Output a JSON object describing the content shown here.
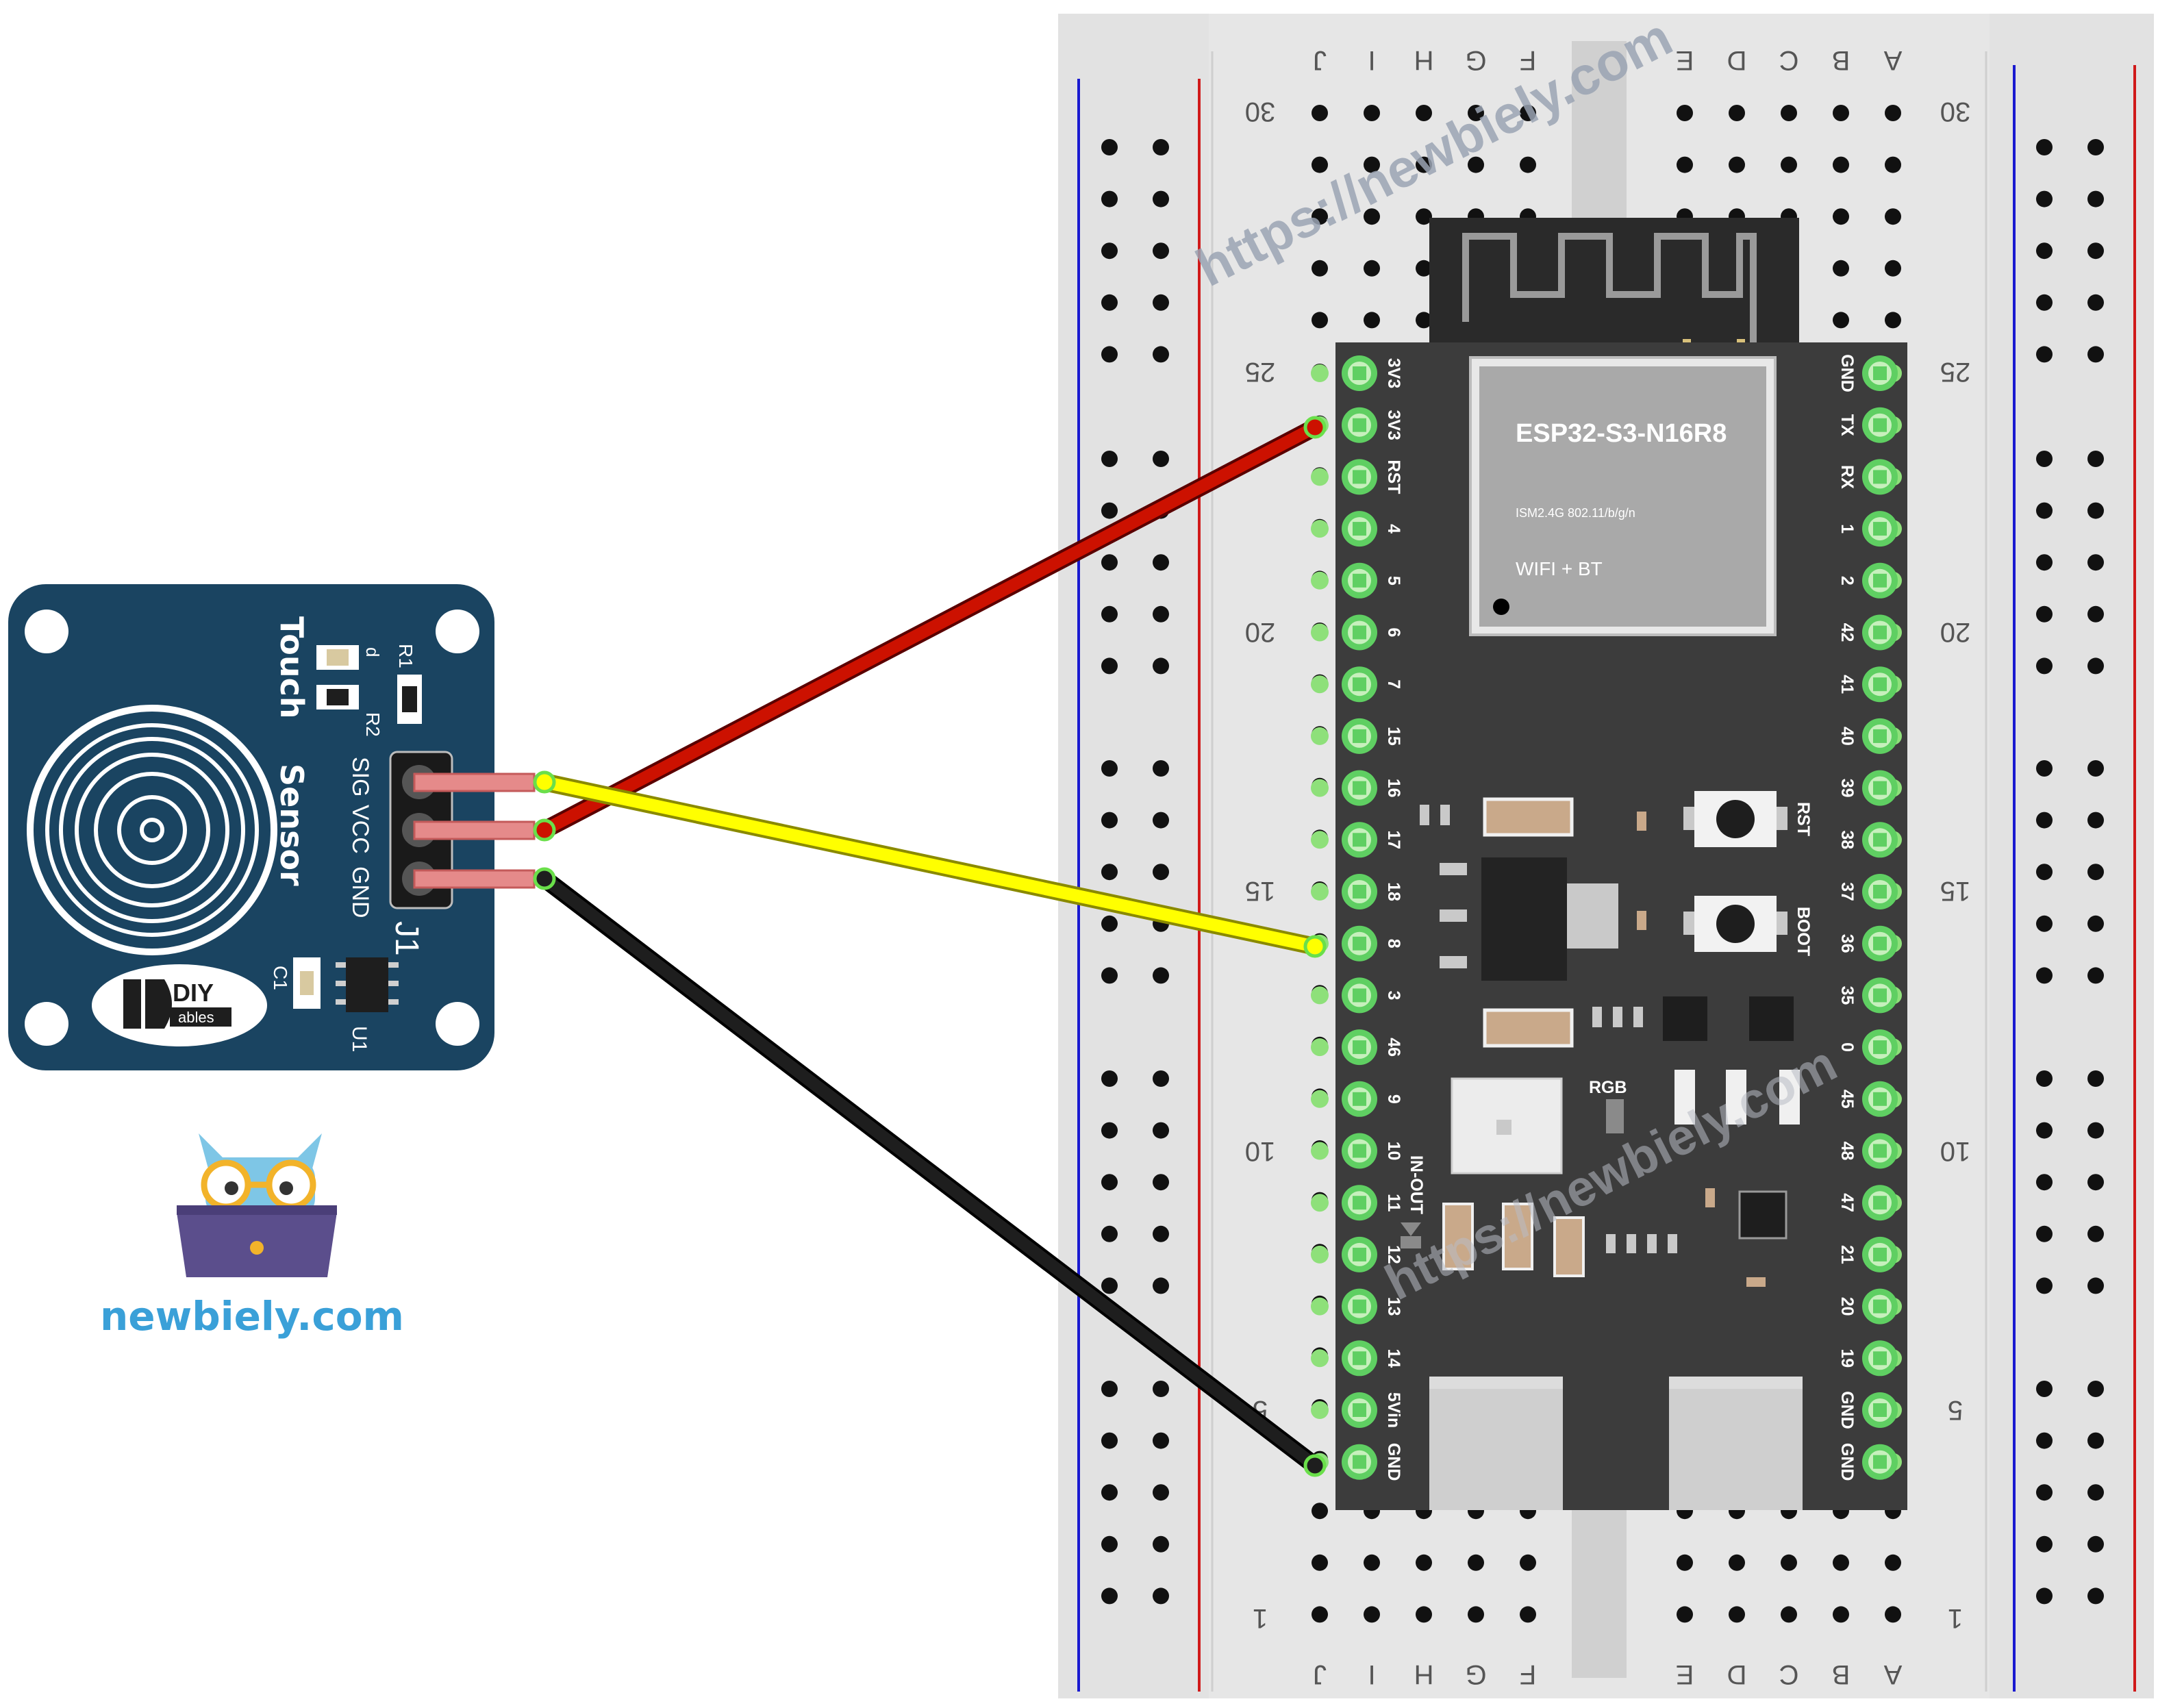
{
  "watermark": "https://newbiely.com",
  "brand_site": "newbiely.com",
  "breadboard": {
    "columns_left": [
      "J",
      "I",
      "H",
      "G",
      "F"
    ],
    "columns_right": [
      "E",
      "D",
      "C",
      "B",
      "A"
    ],
    "row_numbers": [
      "30",
      "25",
      "20",
      "15",
      "10",
      "5",
      "1"
    ]
  },
  "esp32": {
    "module_name": "ESP32-S3-N16R8",
    "module_spec": "ISM2.4G 802.11/b/g/n",
    "module_wireless": "WIFI + BT",
    "left_pins": [
      "3V3",
      "3V3",
      "RST",
      "4",
      "5",
      "6",
      "7",
      "15",
      "16",
      "17",
      "18",
      "8",
      "3",
      "46",
      "9",
      "10",
      "11",
      "12",
      "13",
      "14",
      "5Vin",
      "GND"
    ],
    "right_pins": [
      "GND",
      "TX",
      "RX",
      "1",
      "2",
      "42",
      "41",
      "40",
      "39",
      "38",
      "37",
      "36",
      "35",
      "0",
      "45",
      "48",
      "47",
      "21",
      "20",
      "19",
      "GND",
      "GND"
    ],
    "button_rst": "RST",
    "button_boot": "BOOT",
    "led_label": "RGB",
    "inout_label": "IN-OUT"
  },
  "sensor": {
    "title_line1": "Touch",
    "title_line2": "Sensor",
    "pins": [
      "SIG",
      "VCC",
      "GND"
    ],
    "header_label": "J1",
    "labels": {
      "d": "d",
      "r1": "R1",
      "r2": "R2",
      "c1": "C1",
      "u1": "U1"
    },
    "logo_top": "DIY",
    "logo_bottom": "ables"
  },
  "wires": [
    {
      "from": "VCC",
      "to": "3V3",
      "color": "#cc1100"
    },
    {
      "from": "SIG",
      "to": "8",
      "color": "#ffff00"
    },
    {
      "from": "GND",
      "to": "GND",
      "color": "#111111"
    }
  ]
}
